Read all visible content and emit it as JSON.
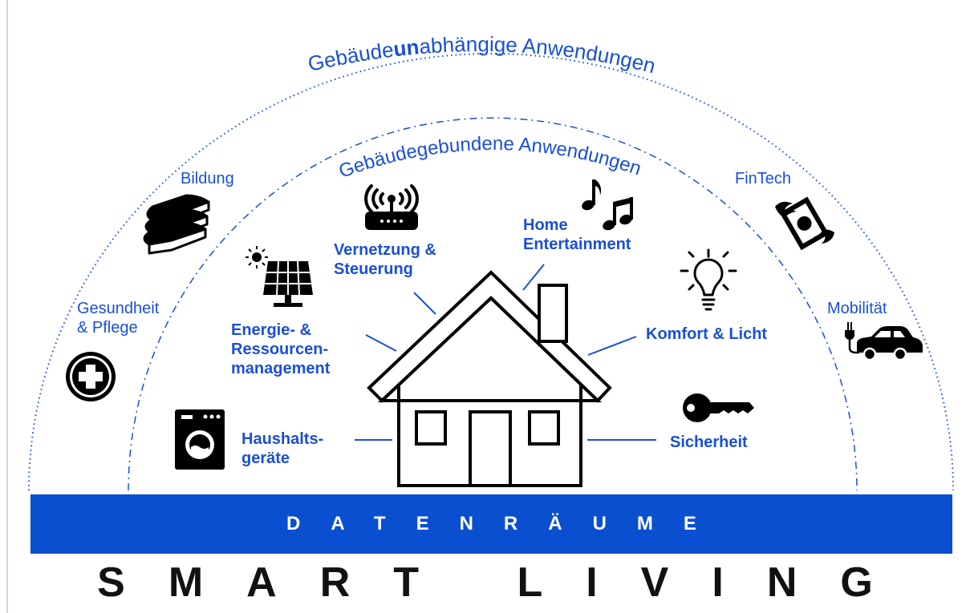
{
  "arcs": {
    "outer_label_pre": "Gebäude",
    "outer_label_bold": "un",
    "outer_label_post": "abhängige Anwendungen",
    "inner_label": "Gebäudegebundene Anwendungen"
  },
  "inner_apps": {
    "networking": [
      "Vernetzung &",
      "Steuerung"
    ],
    "entertainment": [
      "Home",
      "Entertainment"
    ],
    "energy": [
      "Energie- &",
      "Ressourcen-",
      "management"
    ],
    "comfort": "Komfort & Licht",
    "appliances": [
      "Haushalts-",
      "geräte"
    ],
    "security": "Sicherheit"
  },
  "outer_apps": {
    "education": "Bildung",
    "fintech": "FinTech",
    "health": [
      "Gesundheit",
      "& Pflege"
    ],
    "mobility": "Mobilität"
  },
  "band_label": "DATENRÄUME",
  "title": "SMART LIVING",
  "colors": {
    "accent": "#1a4fd6",
    "band": "#0a4fd0",
    "ink": "#111111"
  }
}
